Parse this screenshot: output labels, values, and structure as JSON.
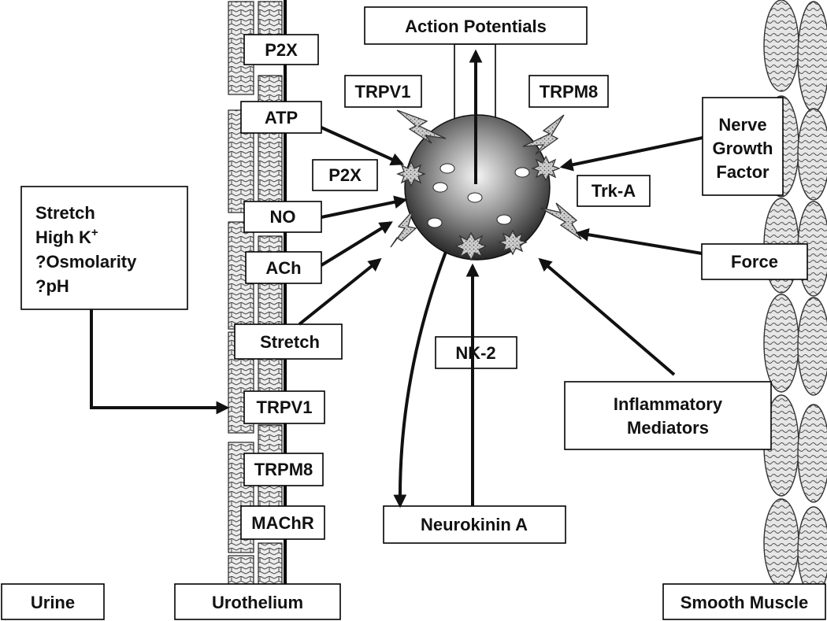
{
  "top_label": "Action Potentials",
  "urothelium_receptors": {
    "p2x": "P2X",
    "atp": "ATP",
    "no": "NO",
    "ach": "ACh",
    "stretch": "Stretch",
    "trpv1": "TRPV1",
    "trpm8": "TRPM8",
    "machr": "MAChR"
  },
  "stimuli_box": {
    "line1": "Stretch",
    "line2_text": "High K",
    "line2_sup": "+",
    "line3": "?Osmolarity",
    "line4": "?pH"
  },
  "nerve_receptors": {
    "trpv1": "TRPV1",
    "trpm8": "TRPM8",
    "p2x": "P2X",
    "trka": "Trk-A",
    "nk2": "NK-2"
  },
  "factors": {
    "ngf_line1": "Nerve",
    "ngf_line2": "Growth",
    "ngf_line3": "Factor",
    "force": "Force",
    "inflam_line1": "Inflammatory",
    "inflam_line2": "Mediators",
    "neurokinin": "Neurokinin A"
  },
  "bottom_labels": {
    "urine": "Urine",
    "urothelium": "Urothelium",
    "smooth_muscle": "Smooth Muscle"
  },
  "colors": {
    "ink": "#111111",
    "sphere_light": "#f4f4f4",
    "sphere_dark": "#1e1e1e",
    "receptor_fill": "#c8c8c8"
  },
  "icons": {
    "arrowhead": "arrowhead-icon",
    "receptor_star": "star-receptor-icon",
    "channel_bolt": "lightning-channel-icon"
  }
}
